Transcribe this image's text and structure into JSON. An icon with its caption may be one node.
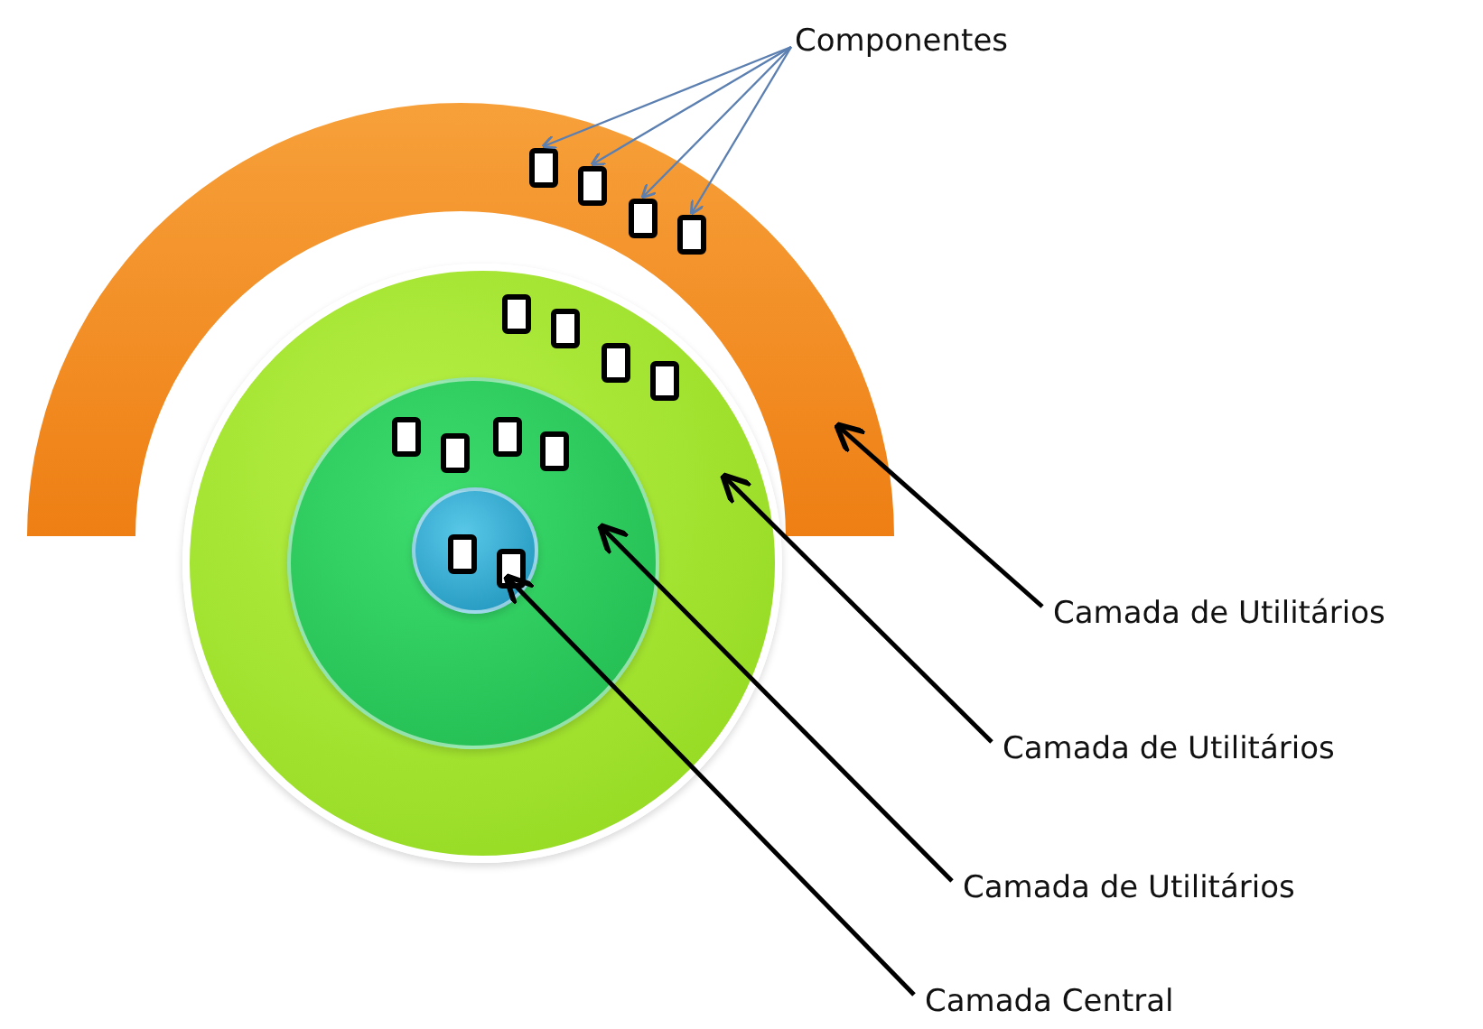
{
  "diagram": {
    "nodes": [
      {
        "text": [
          "Componentes"
        ]
      },
      {
        "text": [],
        "shape": "band"
      },
      {
        "text": [],
        "shape": "circle"
      },
      {
        "text": [],
        "shape": "circle",
        "in": 2
      },
      {
        "text": [],
        "shape": "circle",
        "in": 3
      },
      {
        "text": [],
        "shape": "box",
        "in": 1
      },
      {
        "text": [],
        "shape": "box",
        "in": 1
      },
      {
        "text": [],
        "shape": "box",
        "in": 1
      },
      {
        "text": [],
        "shape": "box",
        "in": 1
      },
      {
        "text": [],
        "shape": "box",
        "in": 2
      },
      {
        "text": [],
        "shape": "box",
        "in": 2
      },
      {
        "text": [],
        "shape": "box",
        "in": 2
      },
      {
        "text": [],
        "shape": "box",
        "in": 2
      },
      {
        "text": [],
        "shape": "box",
        "in": 3
      },
      {
        "text": [],
        "shape": "box",
        "in": 3
      },
      {
        "text": [],
        "shape": "box",
        "in": 3
      },
      {
        "text": [],
        "shape": "box",
        "in": 3
      },
      {
        "text": [],
        "shape": "box",
        "in": 4
      },
      {
        "text": [],
        "shape": "box",
        "in": 4
      },
      {
        "text": [
          "Camada de Utilitários"
        ]
      },
      {
        "text": [
          "Camada de Utilitários"
        ]
      },
      {
        "text": [
          "Camada de Utilitários"
        ]
      },
      {
        "text": [
          "Camada Central"
        ]
      }
    ],
    "edges": [
      {
        "from": 0,
        "to": 5,
        "arrow": "to",
        "color": "#5b7fb0"
      },
      {
        "from": 0,
        "to": 6,
        "arrow": "to",
        "color": "#5b7fb0"
      },
      {
        "from": 0,
        "to": 7,
        "arrow": "to",
        "color": "#5b7fb0"
      },
      {
        "from": 0,
        "to": 8,
        "arrow": "to",
        "color": "#5b7fb0"
      },
      {
        "from": 19,
        "to": 1,
        "arrow": "to",
        "color": "#000000"
      },
      {
        "from": 20,
        "to": 2,
        "arrow": "to",
        "color": "#000000"
      },
      {
        "from": 21,
        "to": 3,
        "arrow": "to",
        "color": "#000000"
      },
      {
        "from": 22,
        "to": 4,
        "arrow": "to",
        "color": "#000000"
      }
    ]
  }
}
